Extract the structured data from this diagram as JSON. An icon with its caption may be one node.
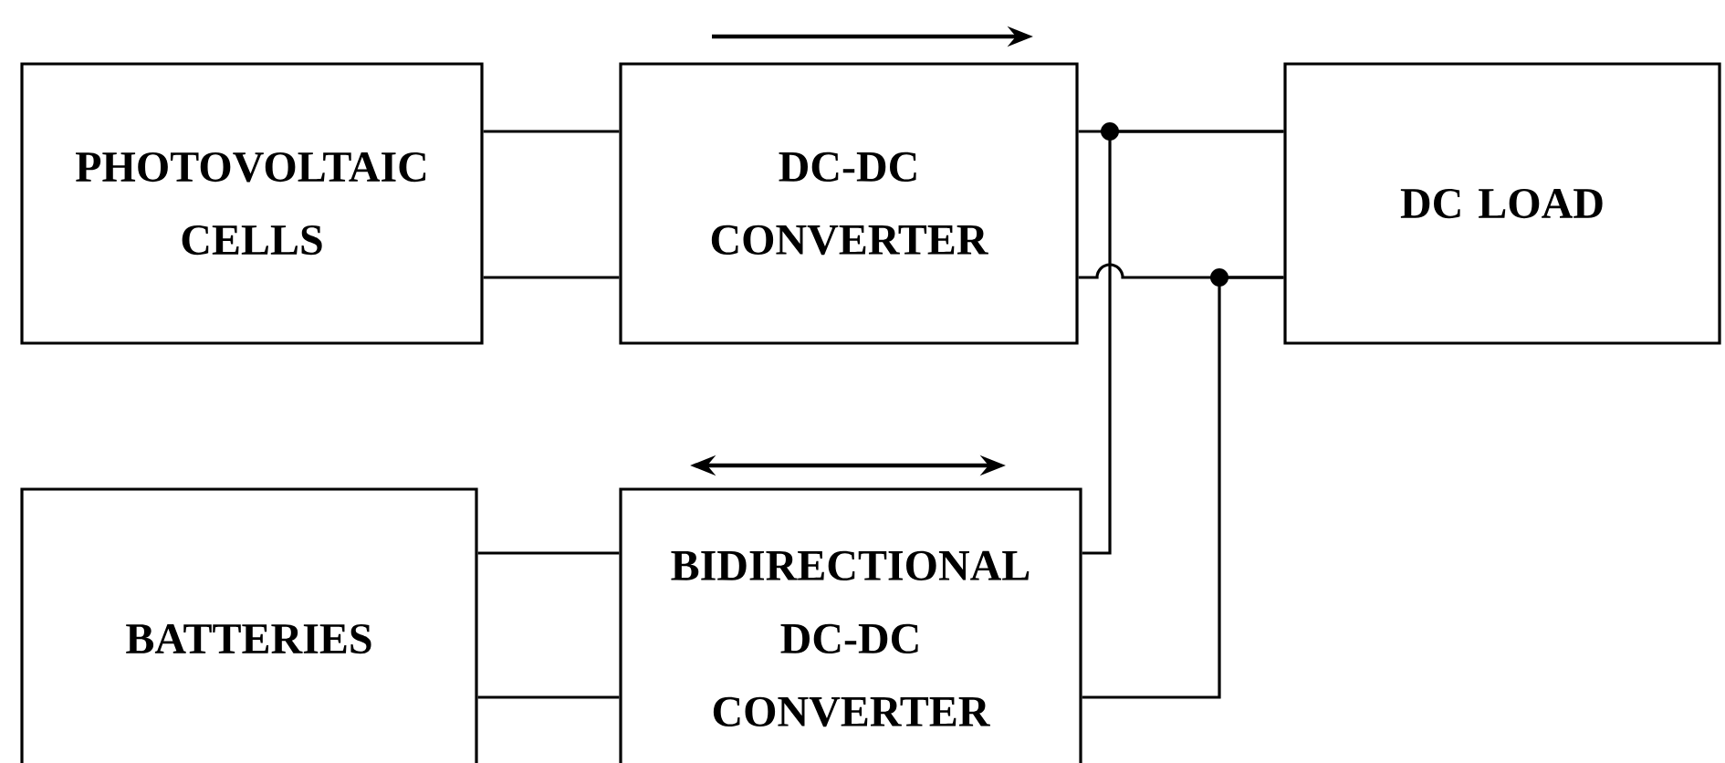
{
  "diagram": {
    "nodes": [
      {
        "text": [
          "PHOTOVOLTAIC CELLS"
        ]
      },
      {
        "text": [
          "DC-DC CONVERTER"
        ]
      },
      {
        "text": [
          "DC LOAD"
        ]
      },
      {
        "text": [
          "BATTERIES"
        ]
      },
      {
        "text": [
          "BIDIRECTIONAL DC-DC CONVERTER"
        ]
      }
    ],
    "edges": [
      {
        "from": 0,
        "to": 1,
        "arrow": "none"
      },
      {
        "from": 0,
        "to": 1,
        "arrow": "none"
      },
      {
        "from": 1,
        "to": 2,
        "arrow": "none"
      },
      {
        "from": 1,
        "to": 2,
        "arrow": "none"
      },
      {
        "from": 3,
        "to": 4,
        "arrow": "none"
      },
      {
        "from": 3,
        "to": 4,
        "arrow": "none"
      },
      {
        "from": 4,
        "to": 2,
        "arrow": "none"
      },
      {
        "from": 4,
        "to": 2,
        "arrow": "none"
      }
    ]
  }
}
